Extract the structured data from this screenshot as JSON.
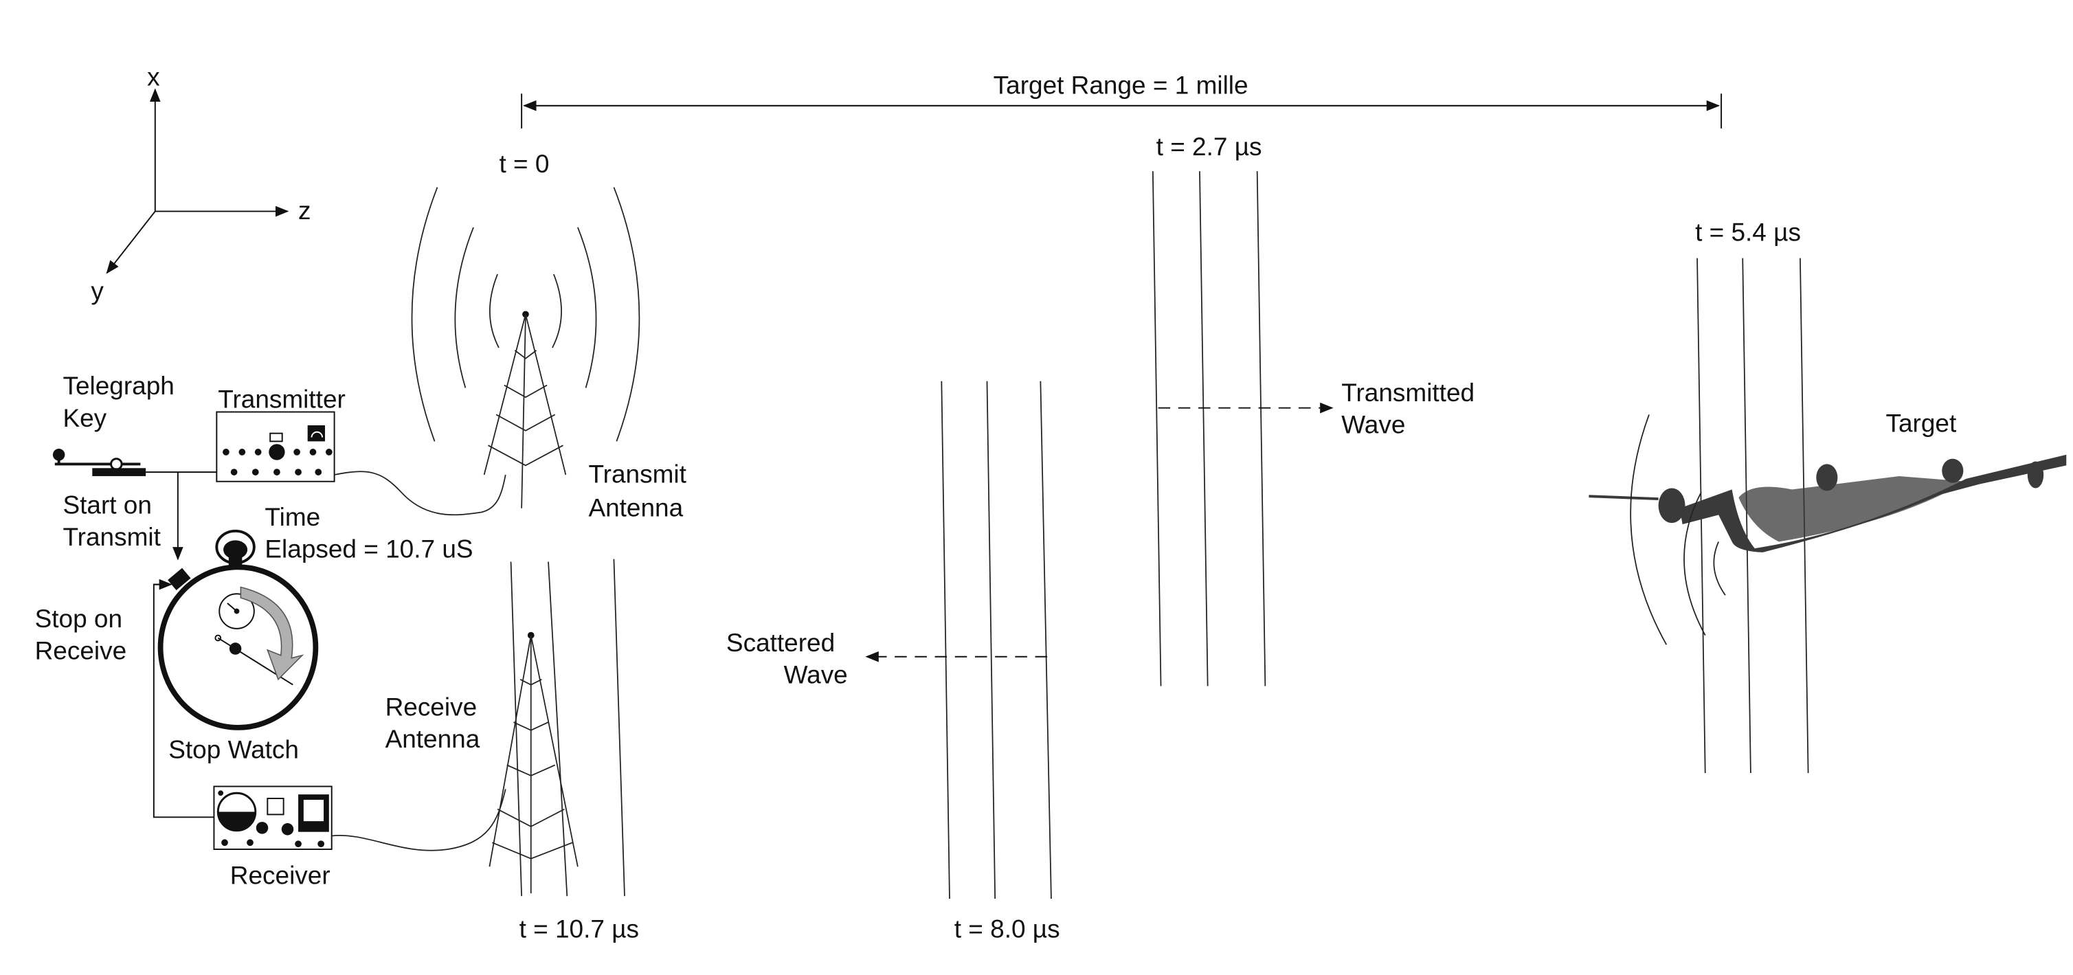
{
  "axes": {
    "x": "x",
    "y": "y",
    "z": "z"
  },
  "range": {
    "label": "Target Range = 1 mille"
  },
  "times": {
    "t0": "t = 0",
    "t27": "t = 2.7 µs",
    "t54": "t = 5.4 µs",
    "t80": "t = 8.0 µs",
    "t107": "t = 10.7 µs"
  },
  "labels": {
    "telegraph": [
      "Telegraph",
      "Key"
    ],
    "transmitter": "Transmitter",
    "start": [
      "Start on",
      "Transmit"
    ],
    "elapsed": [
      "Time",
      "Elapsed = 10.7 uS"
    ],
    "stop": [
      "Stop on",
      "Receive"
    ],
    "stopwatch": "Stop Watch",
    "receiver": "Receiver",
    "transmit_antenna": [
      "Transmit",
      "Antenna"
    ],
    "receive_antenna": [
      "Receive",
      "Antenna"
    ],
    "scattered": [
      "Scattered",
      "Wave"
    ],
    "transmitted": [
      "Transmitted",
      "Wave"
    ],
    "target": "Target"
  },
  "colors": {
    "ink": "#111111",
    "aircraft": "#3a3a3a",
    "arrow_fill": "#b0b0b0"
  }
}
